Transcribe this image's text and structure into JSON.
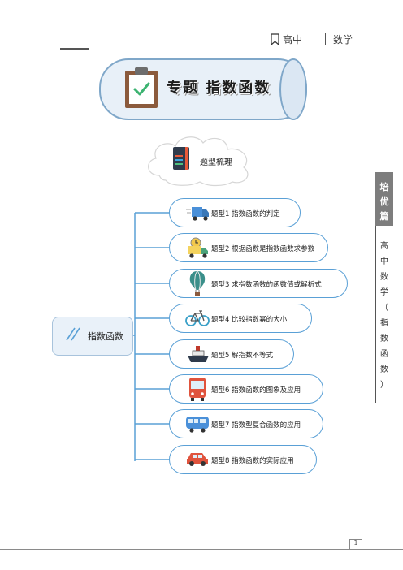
{
  "header": {
    "left_text": "高中",
    "right_text": "数学"
  },
  "banner": {
    "title": "专题 指数函数"
  },
  "cloud": {
    "label": "题型梳理"
  },
  "mindmap": {
    "root": "指数函数",
    "nodes": [
      {
        "label": "题型1  指数函数的判定",
        "icon": "truck-icon"
      },
      {
        "label": "题型2  根据函数是指数函数求参数",
        "icon": "delivery-truck-icon"
      },
      {
        "label": "题型3  求指数函数的函数值或解析式",
        "icon": "hot-air-balloon-icon"
      },
      {
        "label": "题型4  比较指数幂的大小",
        "icon": "bicycle-icon"
      },
      {
        "label": "题型5  解指数不等式",
        "icon": "ship-icon"
      },
      {
        "label": "题型6  指数函数的图象及应用",
        "icon": "bus-icon"
      },
      {
        "label": "题型7  指数型复合函数的应用",
        "icon": "tram-icon"
      },
      {
        "label": "题型8  指数函数的实际应用",
        "icon": "car-icon"
      }
    ]
  },
  "side_tab": {
    "tab_chars": [
      "培",
      "优",
      "篇"
    ],
    "chars": [
      "高",
      "中",
      "数",
      "学",
      "（",
      "指",
      "数",
      "函",
      "数",
      "）"
    ]
  },
  "footer": {
    "page_number": "1"
  },
  "colors": {
    "accent": "#5aa0d6",
    "banner_fill": "#e8f0f8",
    "banner_border": "#7fa7c9",
    "tab": "#7d7d7d"
  }
}
